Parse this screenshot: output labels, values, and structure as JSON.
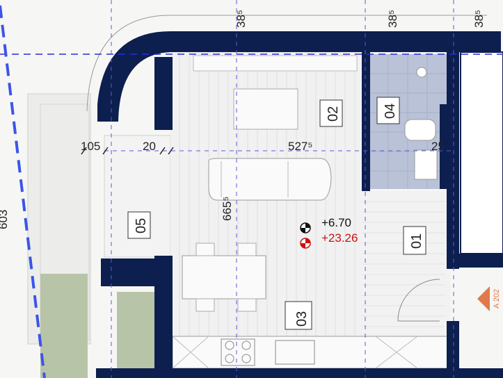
{
  "plan": {
    "rooms": [
      {
        "id": "room-02",
        "label": "02"
      },
      {
        "id": "room-04",
        "label": "04"
      },
      {
        "id": "room-05",
        "label": "05"
      },
      {
        "id": "room-01",
        "label": "01"
      },
      {
        "id": "room-03",
        "label": "03"
      }
    ],
    "dimensions": {
      "top_left": "38⁵",
      "top_mid": "38⁵",
      "top_right": "38⁵",
      "left_width": "105",
      "wall_20": "20",
      "span_527": "527⁵",
      "span_665": "665⁵",
      "bath_25": "25",
      "far_left_603": "603"
    },
    "levels": {
      "relative": "+6.70",
      "absolute": "+23.26"
    },
    "section_marker": "A 202",
    "colors": {
      "wall": "#0d1f4e",
      "grid": "#2a2ad8",
      "absolute_level": "#cc1111",
      "marker": "#e07a4a",
      "tile": "#b9c2d6",
      "green": "#b8c4a7"
    }
  }
}
